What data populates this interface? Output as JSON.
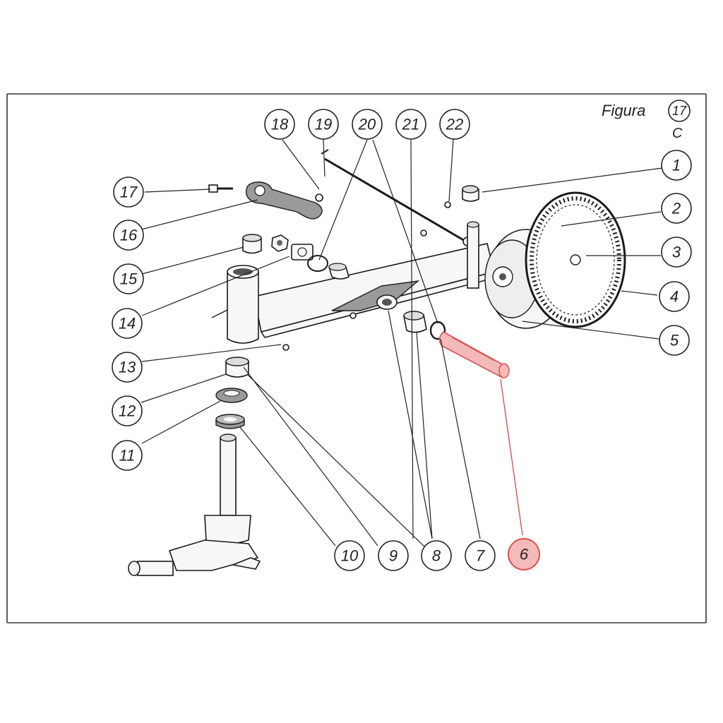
{
  "figure": {
    "label": "Figura",
    "number": "17",
    "suffix": "C"
  },
  "callouts": [
    {
      "id": "1",
      "highlighted": false
    },
    {
      "id": "2",
      "highlighted": false
    },
    {
      "id": "3",
      "highlighted": false
    },
    {
      "id": "4",
      "highlighted": false
    },
    {
      "id": "5",
      "highlighted": false
    },
    {
      "id": "6",
      "highlighted": true
    },
    {
      "id": "7",
      "highlighted": false
    },
    {
      "id": "8",
      "highlighted": false
    },
    {
      "id": "9",
      "highlighted": false
    },
    {
      "id": "10",
      "highlighted": false
    },
    {
      "id": "11",
      "highlighted": false
    },
    {
      "id": "12",
      "highlighted": false
    },
    {
      "id": "13",
      "highlighted": false
    },
    {
      "id": "14",
      "highlighted": false
    },
    {
      "id": "15",
      "highlighted": false
    },
    {
      "id": "16",
      "highlighted": false
    },
    {
      "id": "17",
      "highlighted": false
    },
    {
      "id": "18",
      "highlighted": false
    },
    {
      "id": "19",
      "highlighted": false
    },
    {
      "id": "20",
      "highlighted": false
    },
    {
      "id": "21",
      "highlighted": false
    },
    {
      "id": "22",
      "highlighted": false
    }
  ],
  "colors": {
    "ink": "#1a1a1a",
    "highlight_fill": "#f4b9b9",
    "highlight_stroke": "#d9534f"
  }
}
